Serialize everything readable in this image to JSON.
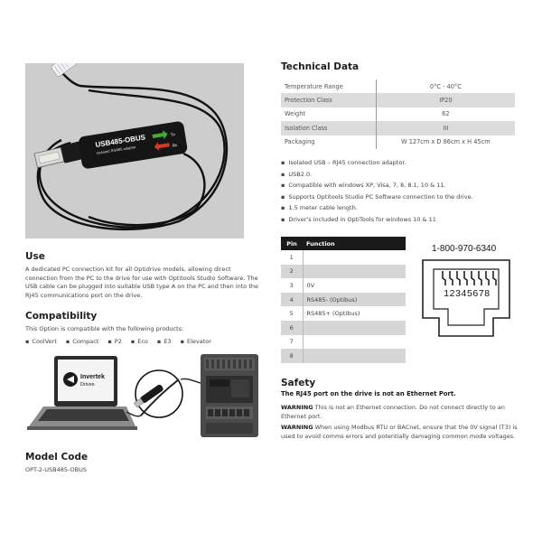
{
  "cable_photo": {
    "device_label": "USB485-OBUS",
    "device_sublabel": "Isolated RS485 adaptor",
    "tx": "Tx",
    "rx": "Rx"
  },
  "technical_data": {
    "heading": "Technical Data",
    "rows": [
      {
        "label": "Temperature Range",
        "value": "0°C - 40°C"
      },
      {
        "label": "Protection Class",
        "value": "IP20"
      },
      {
        "label": "Weight",
        "value": "62"
      },
      {
        "label": "Isolation Class",
        "value": "III"
      },
      {
        "label": "Packaging",
        "value": "W 127cm x D 86cm x H 45cm"
      }
    ],
    "features": [
      "Isolated USB – RJ45 connection adaptor.",
      "USB2.0.",
      "Compatible with windows XP, Visa, 7, 8, 8.1, 10 & 11.",
      "Supports Optitools Studio PC Software connection to the drive.",
      "1.5 meter cable length.",
      "Driver's included in OptiTools for windows 10 & 11"
    ]
  },
  "pin_table": {
    "col_pin": "Pin",
    "col_function": "Function",
    "rows": [
      {
        "pin": "1",
        "function": ""
      },
      {
        "pin": "2",
        "function": ""
      },
      {
        "pin": "3",
        "function": "0V"
      },
      {
        "pin": "4",
        "function": "RS485- (Optibus)"
      },
      {
        "pin": "5",
        "function": "RS485+ (Optibus)"
      },
      {
        "pin": "6",
        "function": ""
      },
      {
        "pin": "7",
        "function": ""
      },
      {
        "pin": "8",
        "function": ""
      }
    ]
  },
  "phone": "1-800-970-6340",
  "rj45_numbers": "12345678",
  "use": {
    "heading": "Use",
    "text": "A dedicated PC connection kit for all Optidrive models, allowing direct connection from the PC to the drive for use with Optitools Studio Software. The USB cable can be plugged into suitable USB type A on the PC and then into the RJ45 communications port on the drive."
  },
  "compatibility": {
    "heading": "Compatibility",
    "text": "This Option is compatible with the following products:",
    "products": [
      "CoolVert",
      "Compact",
      "P2",
      "Eco",
      "E3",
      "Elevator"
    ]
  },
  "setup_photo": {
    "screen_brand": "Invertek",
    "screen_brand2": "Drives"
  },
  "model_code": {
    "heading": "Model Code",
    "code": "OPT-2-USB485-OBUS"
  },
  "safety": {
    "heading": "Safety",
    "subheading": "The RJ45 port on the drive is not an Ethernet Port.",
    "warning1_label": "WARNING",
    "warning1_text": " This is not an Ethernet connection. Do not connect directly to an Ethernet port.",
    "warning2_label": "WARNING",
    "warning2_text": " When using Modbus RTU or BACnet, ensure that the 0V signal (T3) is used to avoid comms errors and potentially damaging common mode voltages."
  }
}
